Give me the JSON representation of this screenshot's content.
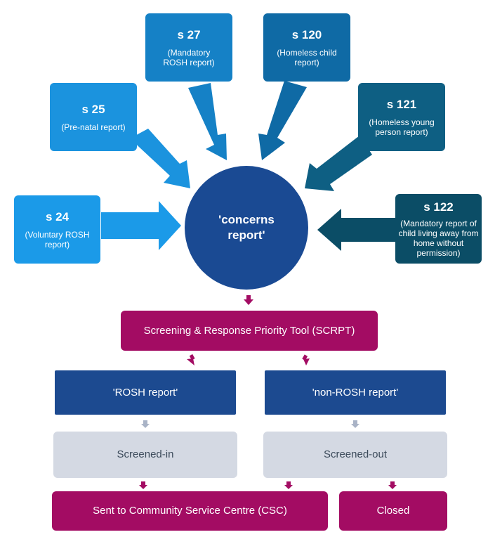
{
  "colors": {
    "s24": "#1b9ae8",
    "s25": "#1b93de",
    "s27": "#1581c6",
    "s120": "#0f6aa5",
    "s121": "#0e5f83",
    "s122": "#0b4d66",
    "circle": "#1a4a93",
    "magenta": "#a30c63",
    "navy": "#1c4a90",
    "grey": "#d4d9e3",
    "grey_arrow": "#a9b3c6"
  },
  "sources": {
    "s24": {
      "code": "s 24",
      "desc": "(Voluntary ROSH report)"
    },
    "s25": {
      "code": "s 25",
      "desc": "(Pre-natal report)"
    },
    "s27": {
      "code": "s 27",
      "desc": "(Mandatory ROSH report)"
    },
    "s120": {
      "code": "s 120",
      "desc": "(Homeless child report)"
    },
    "s121": {
      "code": "s 121",
      "desc": "(Homeless young person report)"
    },
    "s122": {
      "code": "s 122",
      "desc": "(Mandatory report of child living away from home without permission)"
    }
  },
  "center": {
    "label": "'concerns report'"
  },
  "tool": {
    "label": "Screening & Response Priority Tool (SCRPT)"
  },
  "rosh": {
    "label": "'ROSH report'"
  },
  "non_rosh": {
    "label": "'non-ROSH report'"
  },
  "screened_in": {
    "label": "Screened-in"
  },
  "screened_out": {
    "label": "Screened-out"
  },
  "csc": {
    "label": "Sent to Community Service Centre (CSC)"
  },
  "closed": {
    "label": "Closed"
  }
}
